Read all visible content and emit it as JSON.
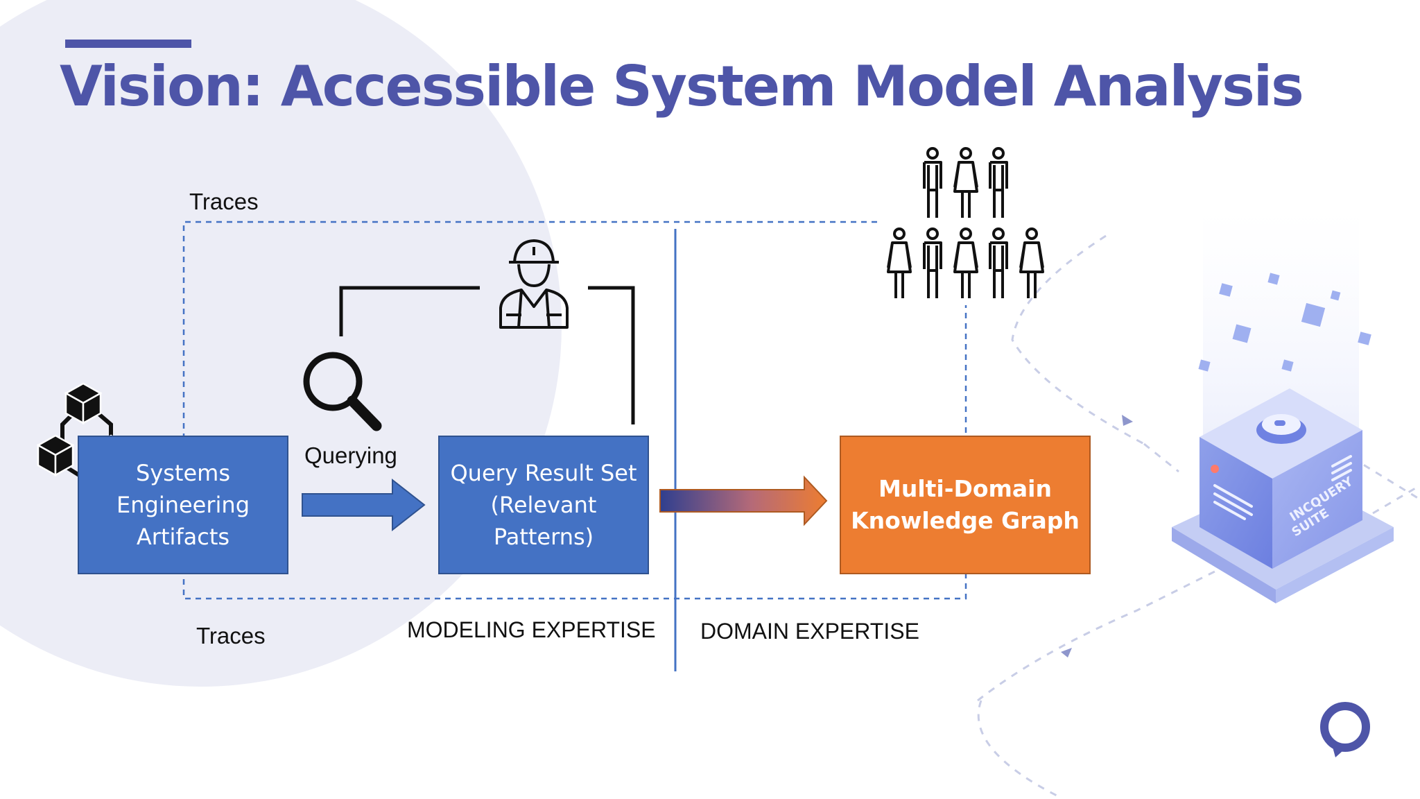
{
  "slide": {
    "title": "Vision: Accessible System Model Analysis"
  },
  "labels": {
    "traces_top": "Traces",
    "traces_bottom": "Traces",
    "querying": "Querying",
    "modeling_expertise": "MODELING EXPERTISE",
    "domain_expertise": "DOMAIN EXPERTISE"
  },
  "boxes": {
    "artifacts": {
      "lines": [
        "Systems",
        "Engineering",
        "Artifacts"
      ],
      "color": "#4472c4"
    },
    "query_result": {
      "lines": [
        "Query Result Set",
        "(Relevant",
        "Patterns)"
      ],
      "color": "#4472c4"
    },
    "knowledge_graph": {
      "lines": [
        "Multi-Domain",
        "Knowledge Graph"
      ],
      "color": "#ed7d31"
    }
  },
  "illustration": {
    "server_labels": [
      "INCQUERY",
      "SUITE"
    ]
  },
  "icons": [
    "cubes-network-icon",
    "magnifier-icon",
    "engineer-icon",
    "people-group-icon",
    "incquery-server-illustration",
    "incquery-logo-icon"
  ],
  "colors": {
    "title": "#4e55a8",
    "accent_blue": "#4472c4",
    "accent_orange": "#ed7d31",
    "dashed_line": "#4472c4"
  }
}
